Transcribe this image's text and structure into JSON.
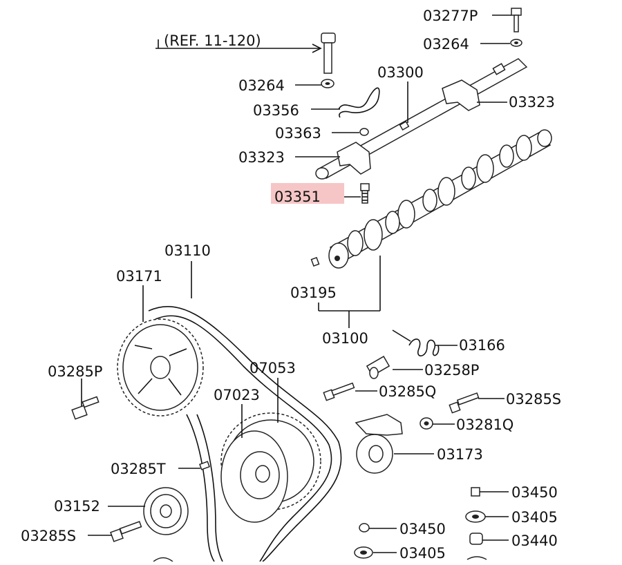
{
  "diagram": {
    "ref_label": "(REF. 11-120)",
    "labels": {
      "p03277P": "03277P",
      "p03264a": "03264",
      "p03264b": "03264",
      "p03300": "03300",
      "p03323a": "03323",
      "p03356": "03356",
      "p03363": "03363",
      "p03323b": "03323",
      "p03351": "03351",
      "p03110": "03110",
      "p03171": "03171",
      "p03195": "03195",
      "p03100": "03100",
      "p03166": "03166",
      "p03285P": "03285P",
      "p07053": "07053",
      "p03258P": "03258P",
      "p03285Q": "03285Q",
      "p07023": "07023",
      "p03285S_r": "03285S",
      "p03281Q": "03281Q",
      "p03173": "03173",
      "p03285T": "03285T",
      "p03450a": "03450",
      "p03152": "03152",
      "p03405a": "03405",
      "p03450b": "03450",
      "p03440": "03440",
      "p03285S_l": "03285S",
      "p03405b": "03405"
    },
    "highlight_color": "#f6c6c6"
  }
}
